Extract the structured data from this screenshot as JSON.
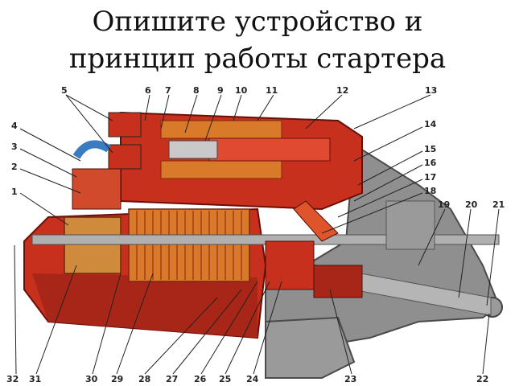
{
  "slide": {
    "title_line1": "Опишите устройство и",
    "title_line2": "принцип работы стартера"
  },
  "diagram": {
    "top_labels": [
      "5",
      "6",
      "7",
      "8",
      "9",
      "10",
      "11",
      "12",
      "13"
    ],
    "right_labels": [
      "4",
      "3",
      "2",
      "1",
      "14",
      "15",
      "16",
      "17",
      "18",
      "19",
      "20",
      "21"
    ],
    "bottom_labels": [
      "32",
      "31",
      "30",
      "29",
      "28",
      "27",
      "26",
      "25",
      "24",
      "23",
      "22"
    ],
    "colors": {
      "housing_red": "#c8301e",
      "dark_red": "#8e1a10",
      "winding_copper": "#d9792a",
      "steel_gray": "#8f8f8f",
      "dark_gray": "#4a4a4a"
    }
  }
}
